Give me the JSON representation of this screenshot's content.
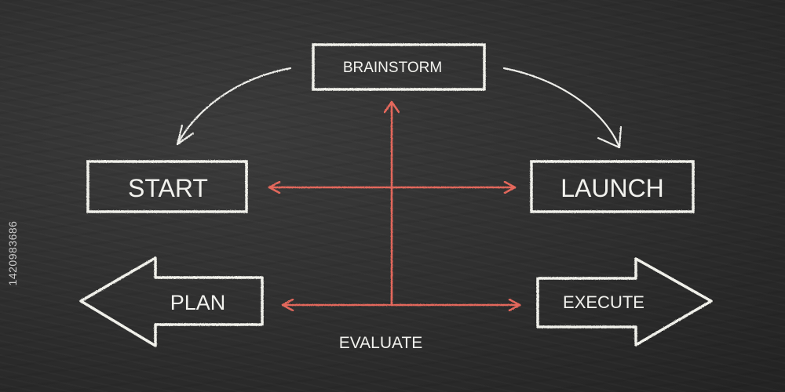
{
  "nodes": {
    "brainstorm": "BRAINSTORM",
    "start": "START",
    "launch": "LAUNCH",
    "plan": "PLAN",
    "execute": "EXECUTE",
    "evaluate": "EVALUATE"
  },
  "stock_id": "1420983686",
  "colors": {
    "board": "#2f2f2f",
    "chalk_white": "#f2f2ee",
    "chalk_red": "#e4685c"
  }
}
